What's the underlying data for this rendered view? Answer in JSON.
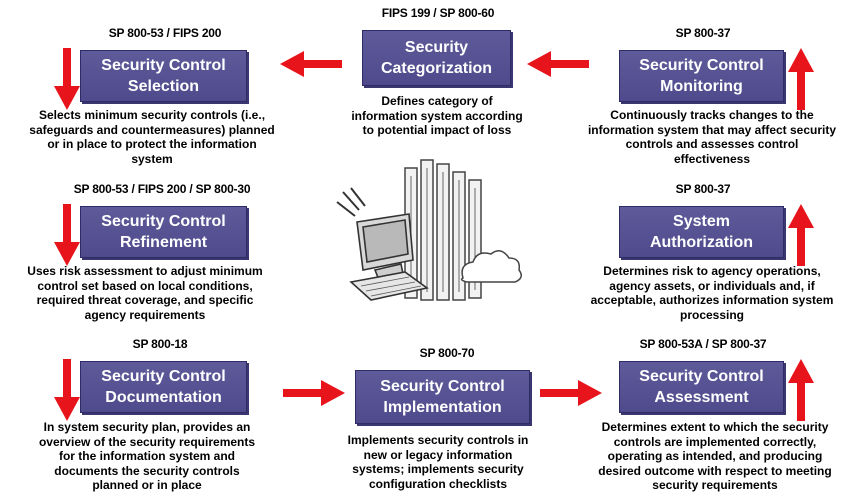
{
  "steps": {
    "categorization": {
      "ref": "FIPS 199 / SP 800-60",
      "title": [
        "Security",
        "Categorization"
      ],
      "desc": [
        "Defines category of",
        "information system according",
        "to potential impact of loss"
      ]
    },
    "selection": {
      "ref": "SP 800-53 / FIPS 200",
      "title": [
        "Security Control",
        "Selection"
      ],
      "desc": [
        "Selects minimum security controls (i.e.,",
        "safeguards and countermeasures) planned",
        "or in place to protect the information",
        "system"
      ]
    },
    "refinement": {
      "ref": "SP 800-53 / FIPS 200 / SP 800-30",
      "title": [
        "Security Control",
        "Refinement"
      ],
      "desc": [
        "Uses risk assessment to adjust minimum",
        "control set based on local conditions,",
        "required threat coverage, and specific",
        "agency requirements"
      ]
    },
    "documentation": {
      "ref": "SP 800-18",
      "title": [
        "Security Control",
        "Documentation"
      ],
      "desc": [
        "In system security plan, provides an",
        "overview of the security requirements",
        "for the information system and",
        "documents the security controls",
        "planned or in place"
      ]
    },
    "implementation": {
      "ref": "SP 800-70",
      "title": [
        "Security Control",
        "Implementation"
      ],
      "desc": [
        "Implements security controls in",
        "new or legacy information",
        "systems; implements security",
        "configuration checklists"
      ]
    },
    "assessment": {
      "ref": "SP 800-53A / SP 800-37",
      "title": [
        "Security Control",
        "Assessment"
      ],
      "desc": [
        "Determines extent to which the security",
        "controls are implemented correctly,",
        "operating as intended, and producing",
        "desired outcome with respect to meeting",
        "security requirements"
      ]
    },
    "authorization": {
      "ref": "SP 800-37",
      "title": [
        "System",
        "Authorization"
      ],
      "desc": [
        "Determines risk to agency operations,",
        "agency assets, or individuals and, if",
        "acceptable, authorizes information system",
        "processing"
      ]
    },
    "monitoring": {
      "ref": "SP 800-37",
      "title": [
        "Security Control",
        "Monitoring"
      ],
      "desc": [
        "Continuously tracks changes to the",
        "information system that may affect security",
        "controls and assesses control",
        "effectiveness"
      ]
    }
  },
  "colors": {
    "box": "#58549A",
    "arrow": "#E8141B"
  },
  "illustration": "computer-server-cloud-icon"
}
